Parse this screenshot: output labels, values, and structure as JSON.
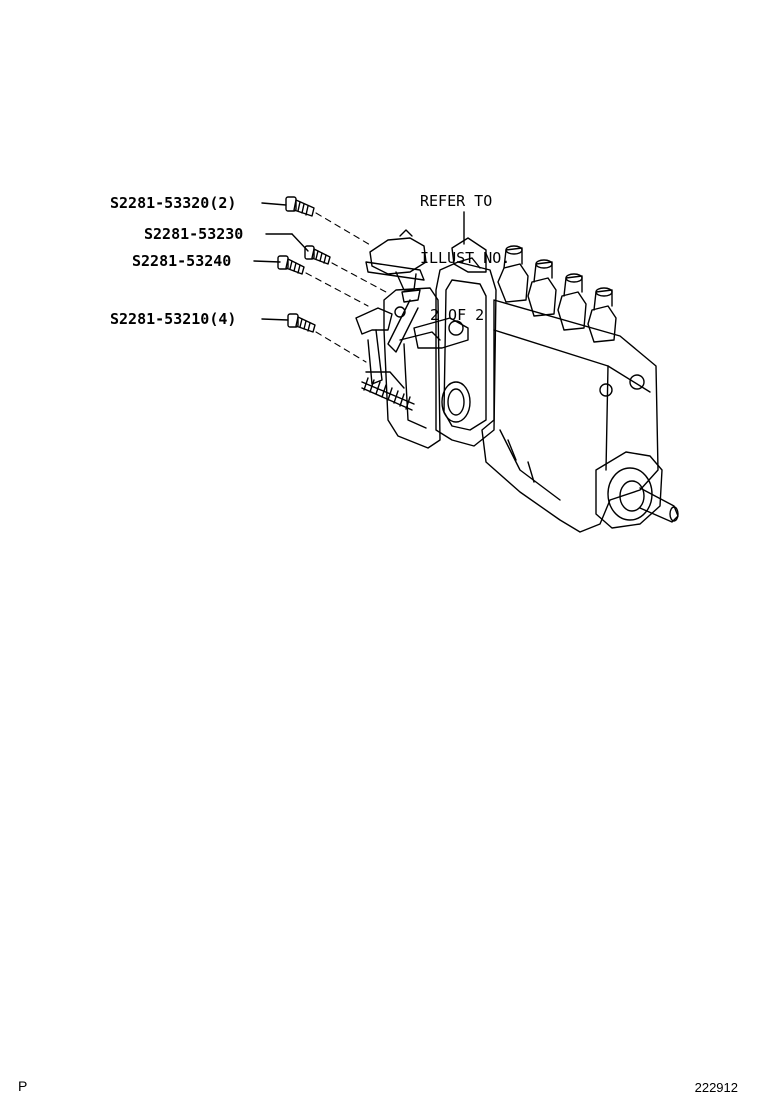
{
  "diagram": {
    "parts": [
      {
        "label": "S2281-53320(2)"
      },
      {
        "label": "S2281-53230"
      },
      {
        "label": "S2281-53240"
      },
      {
        "label": "S2281-53210(4)"
      }
    ],
    "refer_note": {
      "line1": "REFER TO",
      "line2": "ILLUST NO.",
      "line3": "2 OF 2"
    },
    "footer": {
      "left_mark": "P",
      "figure_number": "222912"
    }
  }
}
